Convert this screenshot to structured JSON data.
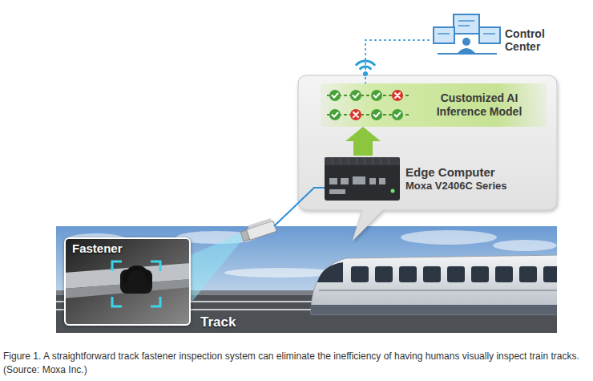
{
  "diagram": {
    "caption": "Figure 1. A straightforward track fastener inspection system can eliminate the inefficiency of having humans visually inspect train tracks. (Source: Moxa Inc.)",
    "nodes": [
      {
        "text": [
          "Control Center"
        ]
      },
      {
        "text": [
          "Customized AI Inference Model"
        ]
      },
      {
        "text": [
          "Edge Computer",
          "Moxa V2406C Series"
        ]
      },
      {
        "text": [
          "Fastener"
        ]
      }
    ],
    "edges": [
      {
        "from": 2,
        "to": 1,
        "arrow": "to"
      },
      {
        "from": 1,
        "to": 0,
        "arrow": "none"
      }
    ],
    "labels": [
      "Track"
    ]
  }
}
